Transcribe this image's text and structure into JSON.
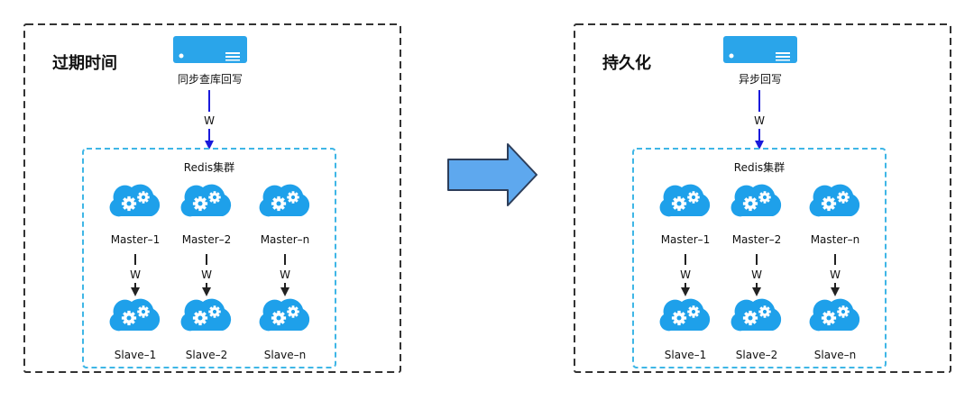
{
  "panels": [
    {
      "title": "过期时间",
      "server_label": "同步查库回写",
      "server_link_label": "W",
      "cluster_title": "Redis集群",
      "masters": [
        "Master–1",
        "Master–2",
        "Master–n"
      ],
      "links": [
        "W",
        "W",
        "W"
      ],
      "slaves": [
        "Slave–1",
        "Slave–2",
        "Slave–n"
      ]
    },
    {
      "title": "持久化",
      "server_label": "异步回写",
      "server_link_label": "W",
      "cluster_title": "Redis集群",
      "masters": [
        "Master–1",
        "Master–2",
        "Master–n"
      ],
      "links": [
        "W",
        "W",
        "W"
      ],
      "slaves": [
        "Slave–1",
        "Slave–2",
        "Slave–n"
      ]
    }
  ],
  "colors": {
    "panel_border": "#333333",
    "cluster_border": "#3fb6e6",
    "server_fill": "#2aa5ea",
    "cloud_fill": "#1ea0ea",
    "write_arrow": "#1a1adb",
    "transition_arrow": "#5ea8ee",
    "text": "#111111"
  },
  "icons": {
    "server": "server-icon",
    "node": "cloud-gear-icon",
    "transition": "right-arrow-icon"
  }
}
